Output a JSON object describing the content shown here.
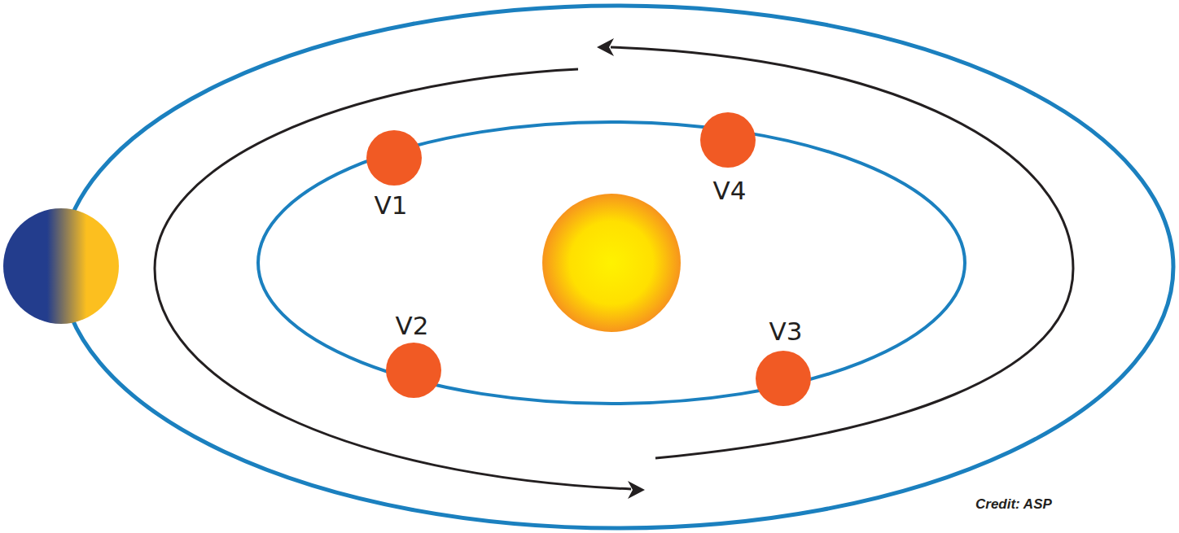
{
  "diagram": {
    "labels": [
      "V1",
      "V4",
      "V2",
      "V3",
      "Credit: ASP"
    ]
  }
}
